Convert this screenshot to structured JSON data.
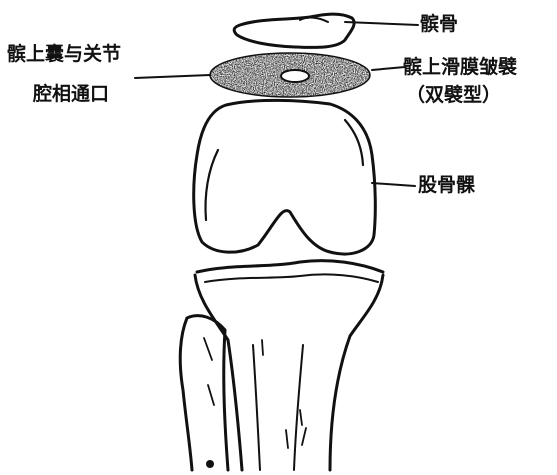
{
  "colors": {
    "ink": "#111111",
    "background": "#ffffff",
    "shade": "#1a1a1a"
  },
  "labels": {
    "patella": "髌骨",
    "suprapatellar_plica_line1": "髌上滑膜皱襞",
    "suprapatellar_plica_line2": "（双襞型）",
    "bursa_line1": "髌上囊与关节",
    "bursa_line2": "腔相通口",
    "femoral_condyle": "股骨髁"
  }
}
